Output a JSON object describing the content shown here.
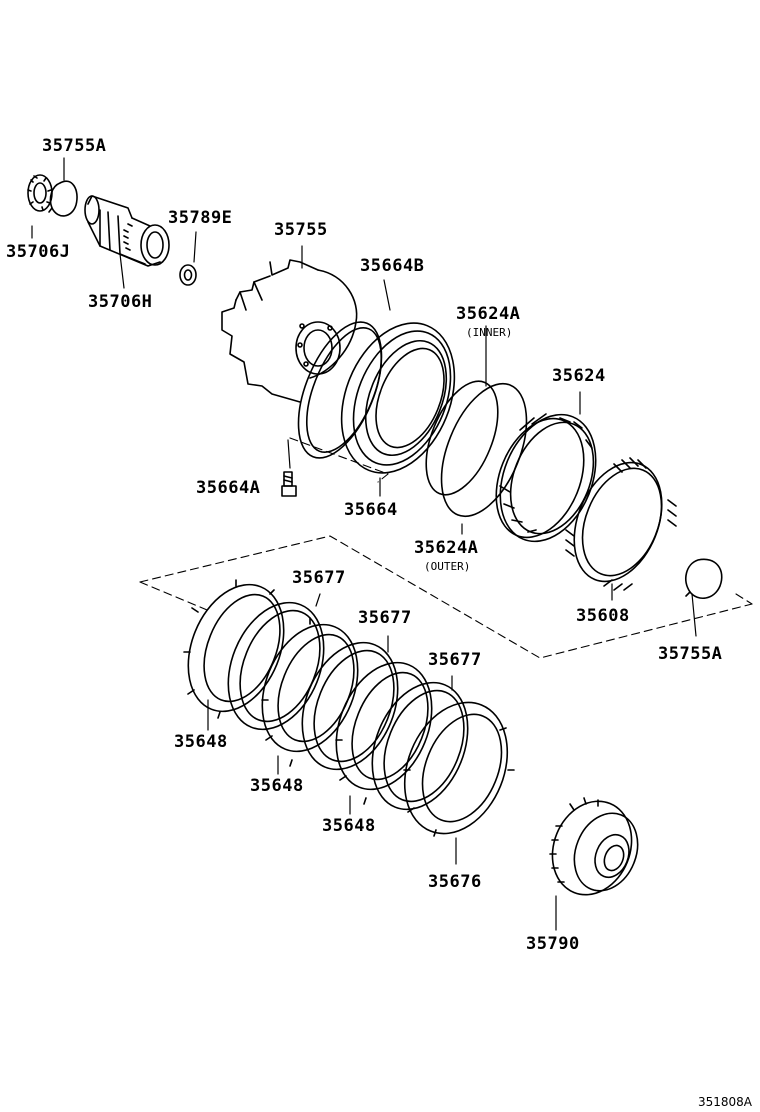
{
  "labels": {
    "p35755A_top": "35755A",
    "p35706J": "35706J",
    "p35789E": "35789E",
    "p35755": "35755",
    "p35664B": "35664B",
    "p35706H": "35706H",
    "p35624A_inner": "35624A",
    "p35624": "35624",
    "p35664A": "35664A",
    "p35664": "35664",
    "p35624A_outer": "35624A",
    "p35608": "35608",
    "p35755A_bottom": "35755A",
    "p35677_a": "35677",
    "p35677_b": "35677",
    "p35677_c": "35677",
    "p35648_a": "35648",
    "p35648_b": "35648",
    "p35648_c": "35648",
    "p35676": "35676",
    "p35790": "35790"
  },
  "sublabels": {
    "inner": "(INNER)",
    "outer": "(OUTER)"
  },
  "reference": "351808A"
}
